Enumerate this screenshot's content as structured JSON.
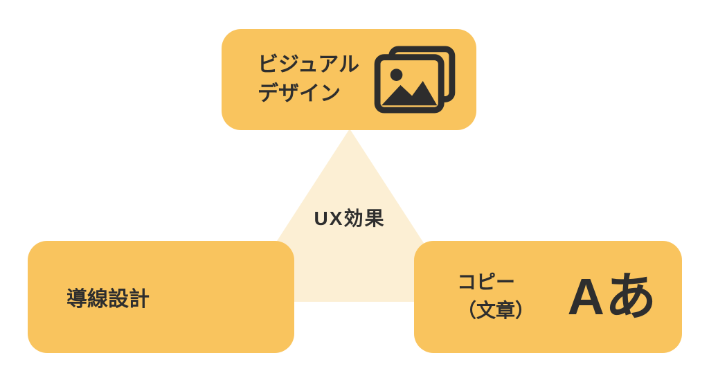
{
  "diagram": {
    "center_label": "UX効果",
    "nodes": {
      "top": {
        "label_line1": "ビジュアル",
        "label_line2": "デザイン",
        "icon": "photo-stack-icon"
      },
      "left": {
        "label": "導線設計"
      },
      "right": {
        "label_line1": "コピー",
        "label_line2": "（文章）",
        "icon_text": "Aあ"
      }
    },
    "colors": {
      "box": "#F9C45E",
      "triangle": "#FCEFD4",
      "text": "#2E2E2E"
    }
  }
}
